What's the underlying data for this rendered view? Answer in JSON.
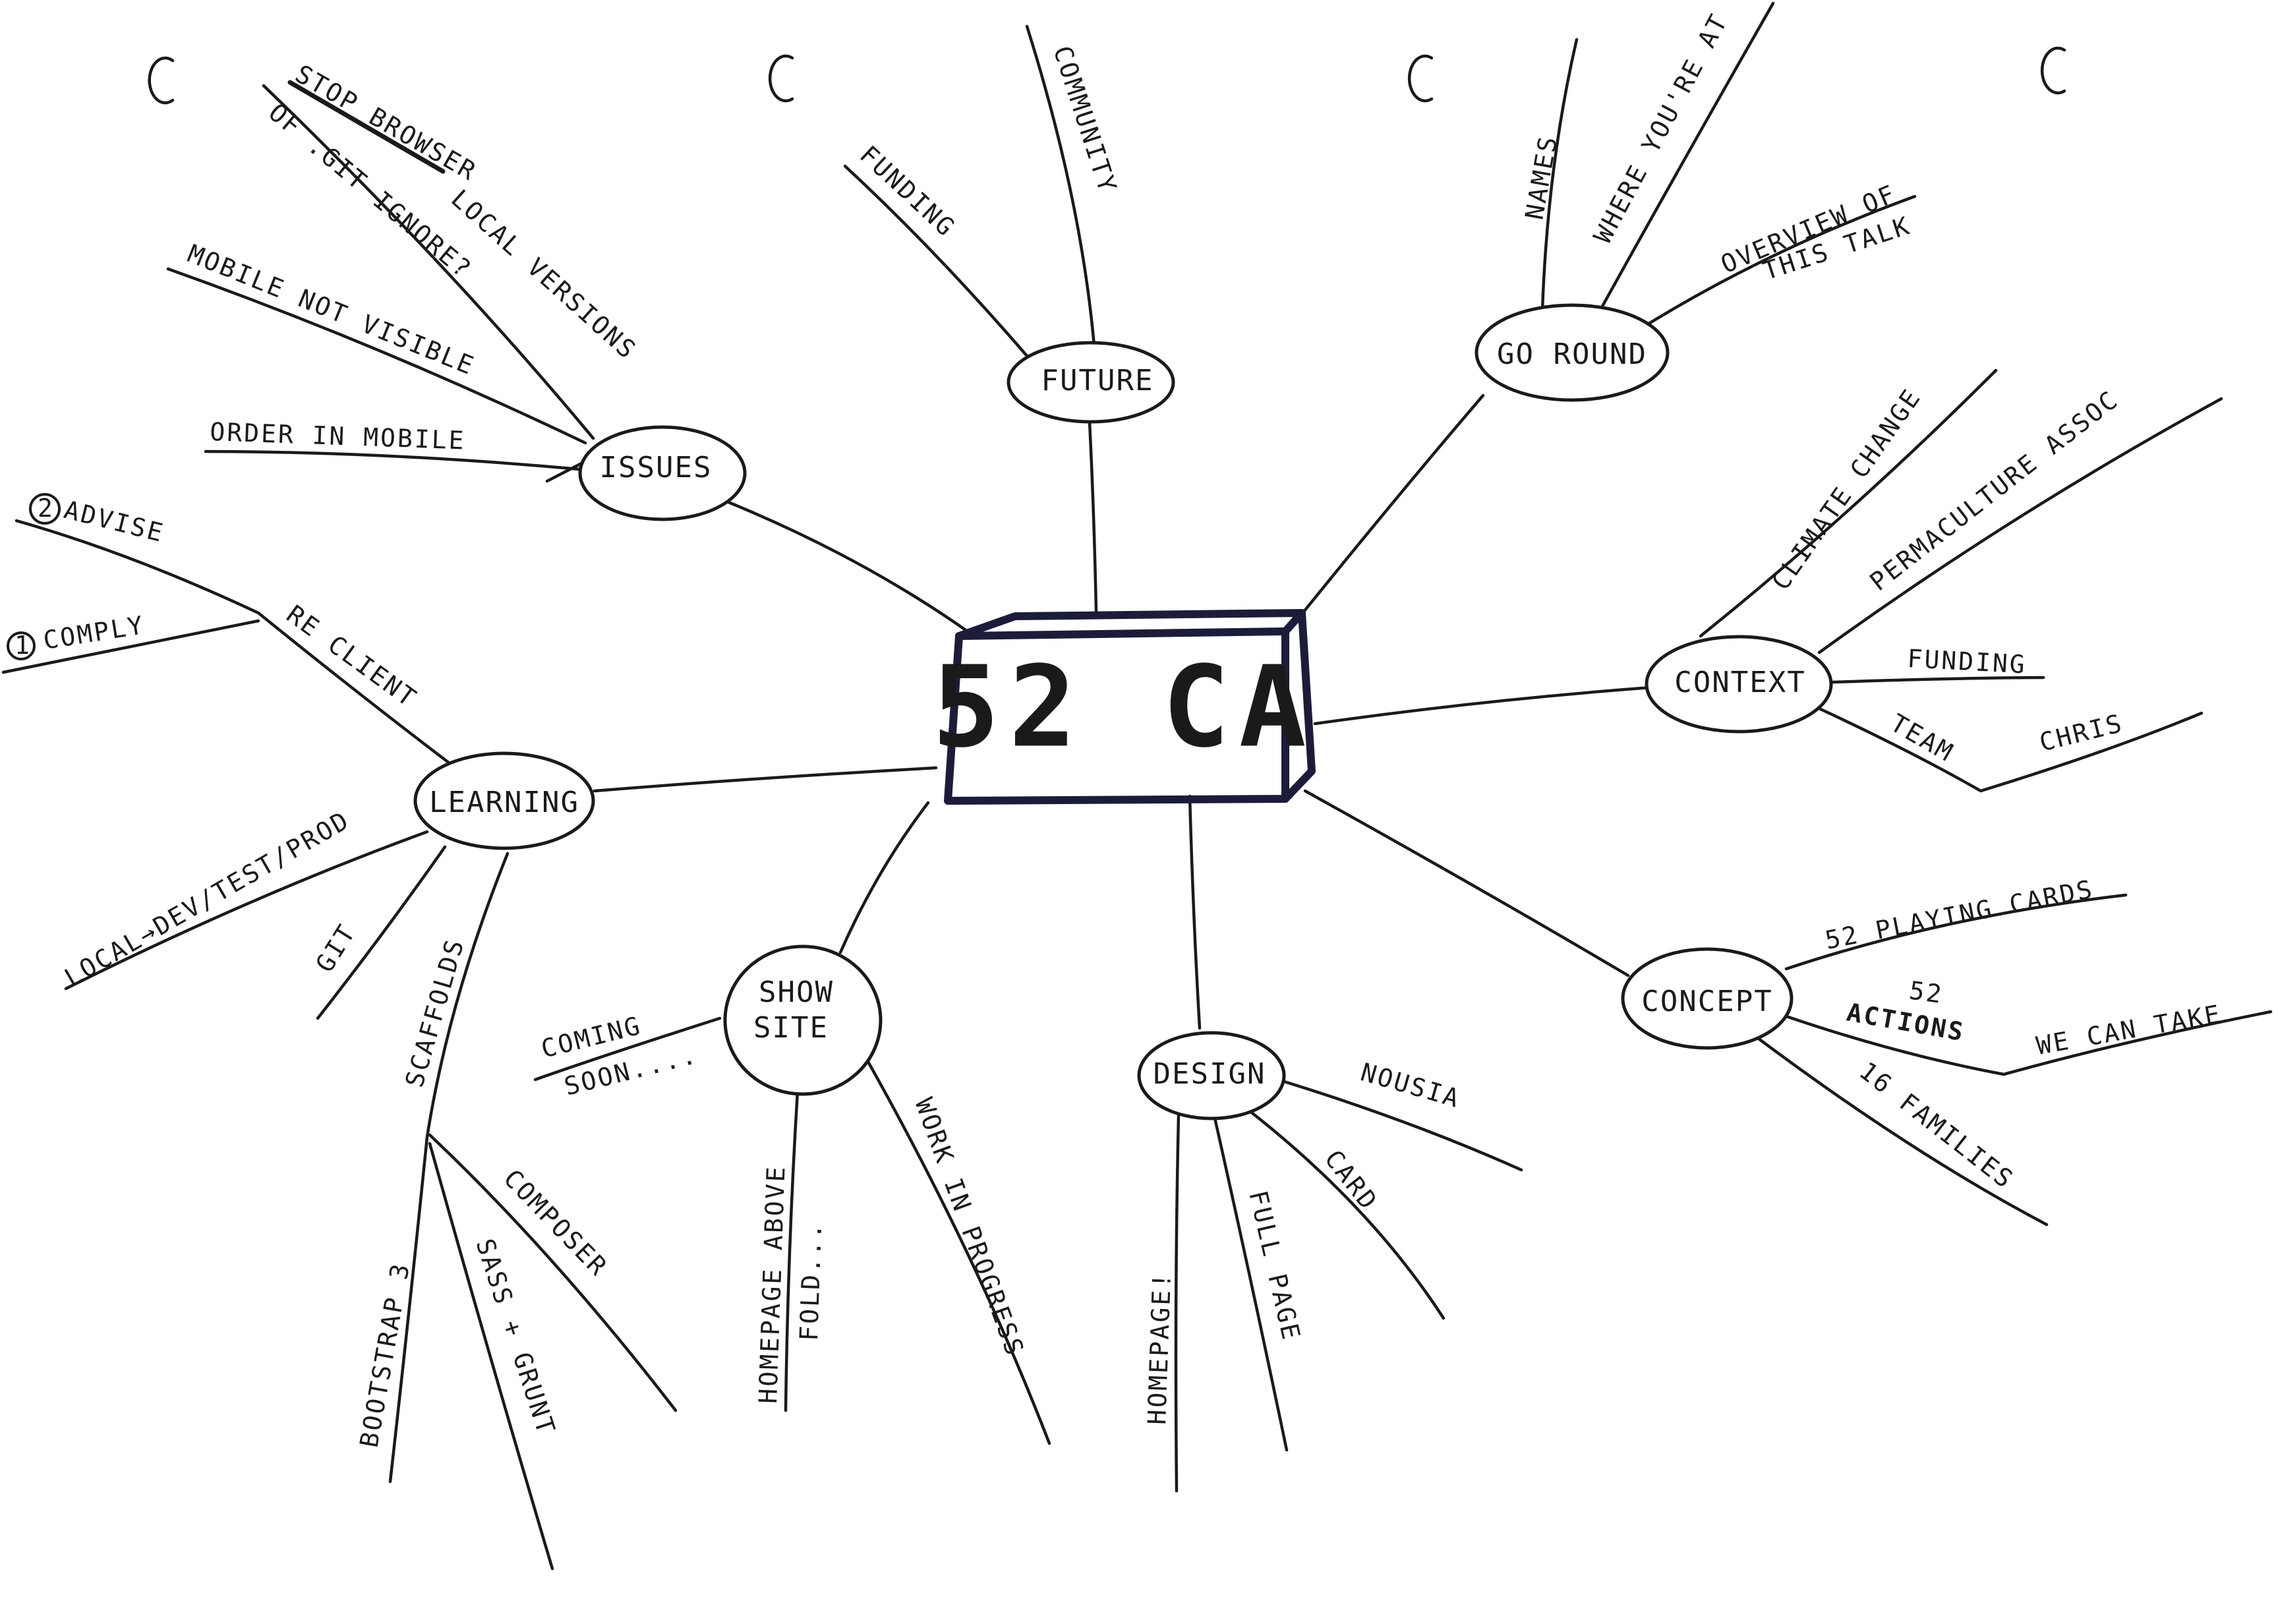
{
  "center": {
    "label": "52 CA"
  },
  "colors": {
    "ink": "#1a1a1a",
    "center_ink": "#1c1c3a",
    "paper": "#ffffff",
    "hole": "#c8c8c8"
  },
  "nodes": {
    "issues": "ISSUES",
    "future": "FUTURE",
    "go_round": "GO ROUND",
    "context": "CONTEXT",
    "concept": "CONCEPT",
    "design": "DESIGN",
    "show_site": [
      "SHOW",
      "SITE"
    ],
    "learning": "LEARNING"
  },
  "leaves": {
    "issues": {
      "crossed_out": "STOP BROWSER",
      "local_versions": "LOCAL VERSIONS",
      "gitignore": "OF .GIT IGNORE?",
      "mobile_not_visible": "MOBILE NOT VISIBLE",
      "order_in_mobile": "ORDER IN MOBILE"
    },
    "future": {
      "funding": "FUNDING",
      "community": "COMMUNITY"
    },
    "go_round": {
      "names": "NAMES",
      "where_youre_at": "WHERE YOU'RE AT",
      "overview_1": "OVERVIEW OF",
      "overview_2": "THIS TALK"
    },
    "context": {
      "climate_change": "CLIMATE CHANGE",
      "permaculture": "PERMACULTURE ASSOC",
      "funding": "FUNDING",
      "team": "TEAM",
      "chris": "CHRIS"
    },
    "concept": {
      "playing_cards": "52 PLAYING CARDS",
      "actions_num": "52",
      "actions": "ACTIONS",
      "we_can_take": "WE CAN TAKE",
      "families": "16 FAMILIES"
    },
    "design": {
      "nousia": "NOUSIA",
      "card": "CARD",
      "full_page": "FULL PAGE",
      "homepage": "HOMEPAGE!"
    },
    "show_site": {
      "coming_1": "COMING",
      "coming_2": "SOON....",
      "homepage_1": "HOMEPAGE ABOVE",
      "homepage_2": "FOLD...",
      "wip": "WORK IN PROGRESS"
    },
    "learning": {
      "advise_num": "2",
      "advise": "ADVISE",
      "comply_num": "1",
      "comply": "COMPLY",
      "re_client": "RE CLIENT",
      "local_dev": "LOCAL→DEV/TEST/PROD",
      "git": "GIT",
      "scaffolds": "SCAFFOLDS",
      "composer": "COMPOSER",
      "sass_grunt": "SASS + GRUNT",
      "bootstrap": "BOOTSTRAP 3"
    }
  }
}
